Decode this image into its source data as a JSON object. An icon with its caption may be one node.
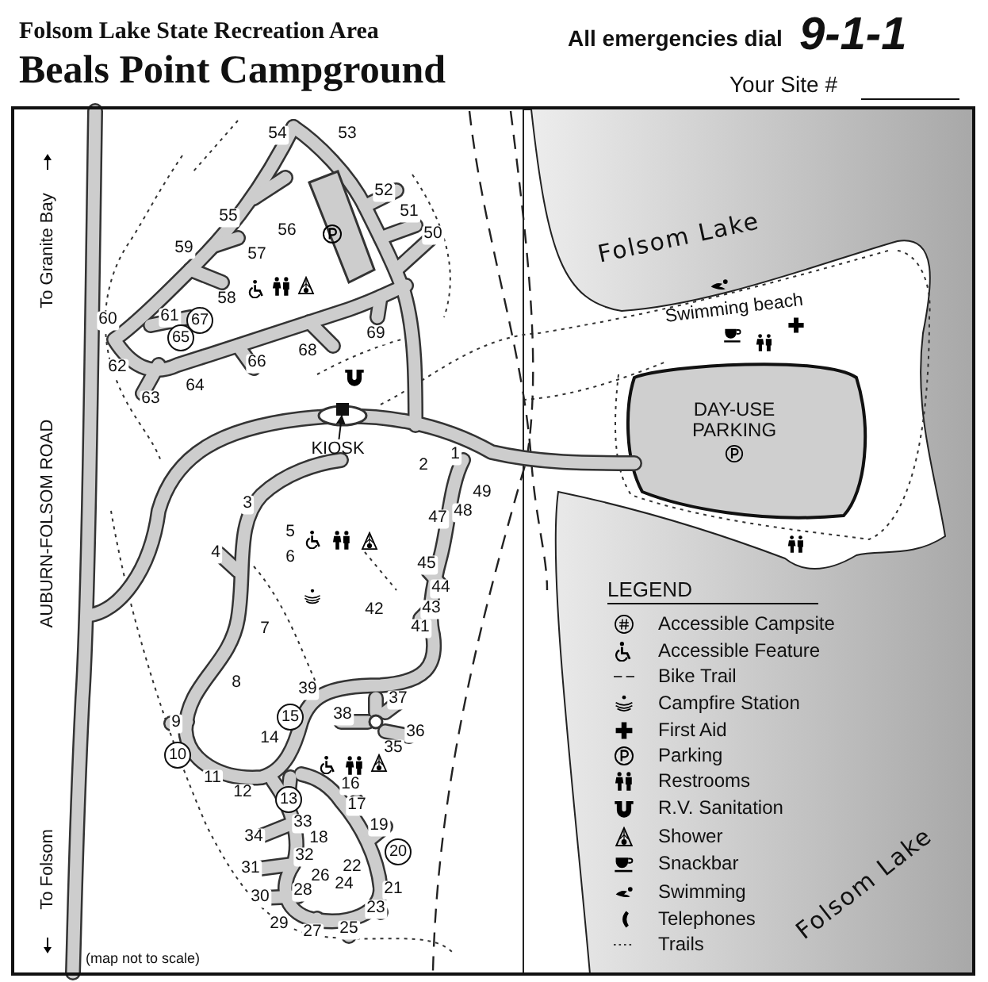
{
  "diagram": {
    "title": "Beals Point Campground",
    "nodes": [
      {
        "text": [
          "KIOSK"
        ]
      },
      {
        "text": [],
        "shape": "box"
      }
    ],
    "edges": [
      {
        "from": 0,
        "to": 1,
        "arrow": "to"
      }
    ],
    "labels": [
      "Folsom Lake State Recreation Area",
      "All emergencies dial",
      "9-1-1",
      "Your Site #",
      "54",
      "53",
      "52",
      "51",
      "50",
      "55",
      "56",
      "59",
      "57",
      "58",
      "To Granite Bay",
      "Folsom Lake",
      "60",
      "61",
      "67",
      "65",
      "69",
      "Swimming beach",
      "68",
      "66",
      "62",
      "64",
      "63",
      "DAY-USE PARKING",
      "1",
      "2",
      "AUBURN-FOLSOM ROAD",
      "49",
      "48",
      "47",
      "3",
      "5",
      "4",
      "6",
      "45",
      "44",
      "43",
      "42",
      "41",
      "LEGEND",
      "7",
      "8",
      "39",
      "37",
      "38",
      "15",
      "36",
      "14",
      "9",
      "35",
      "10",
      "16",
      "11",
      "12",
      "13",
      "17",
      "19",
      "33",
      "34",
      "18",
      "20",
      "32",
      "31",
      "22",
      "26",
      "24",
      "21",
      "28",
      "30",
      "23",
      "29",
      "27",
      "25",
      "To Folsom",
      "Folsom Lake",
      "(map not to scale)"
    ],
    "legend": [
      {
        "text": "Accessible Campsite"
      },
      {
        "text": "Accessible Feature"
      },
      {
        "text": "Bike Trail"
      },
      {
        "text": "Campfire Station"
      },
      {
        "text": "First Aid"
      },
      {
        "text": "Parking"
      },
      {
        "text": "Restrooms"
      },
      {
        "text": "R.V. Sanitation"
      },
      {
        "text": "Shower"
      },
      {
        "text": "Snackbar"
      },
      {
        "text": "Swimming"
      },
      {
        "text": "Telephones"
      },
      {
        "text": "Trails"
      }
    ]
  }
}
